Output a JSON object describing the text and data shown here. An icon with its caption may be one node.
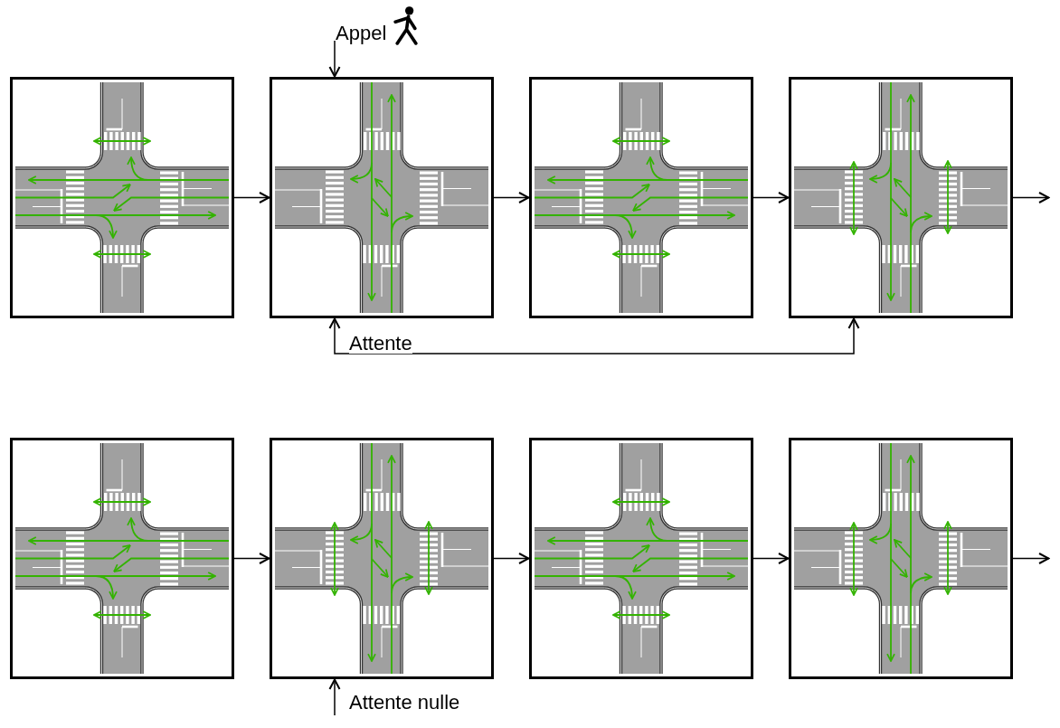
{
  "diagram": {
    "nodes": [
      {
        "text": [],
        "shape": "picture"
      },
      {
        "text": [],
        "shape": "picture"
      },
      {
        "text": [],
        "shape": "picture"
      },
      {
        "text": [],
        "shape": "picture"
      },
      {
        "text": [],
        "shape": "picture"
      },
      {
        "text": [],
        "shape": "picture"
      },
      {
        "text": [],
        "shape": "picture"
      },
      {
        "text": [],
        "shape": "picture"
      }
    ],
    "edges": [
      {
        "from": null,
        "to": 1,
        "arrow": "to",
        "label": "Appel"
      },
      {
        "from": 0,
        "to": 1,
        "arrow": "to"
      },
      {
        "from": 1,
        "to": 2,
        "arrow": "to"
      },
      {
        "from": 2,
        "to": 3,
        "arrow": "to"
      },
      {
        "from": 3,
        "to": null,
        "arrow": "to"
      },
      {
        "from": 1,
        "to": 3,
        "arrow": "both",
        "label": "Attente"
      },
      {
        "from": 4,
        "to": 5,
        "arrow": "to"
      },
      {
        "from": 5,
        "to": 6,
        "arrow": "to"
      },
      {
        "from": 6,
        "to": 7,
        "arrow": "to"
      },
      {
        "from": 7,
        "to": null,
        "arrow": "to"
      },
      {
        "from": null,
        "to": 5,
        "arrow": "to",
        "label": "Attente nulle"
      }
    ]
  }
}
